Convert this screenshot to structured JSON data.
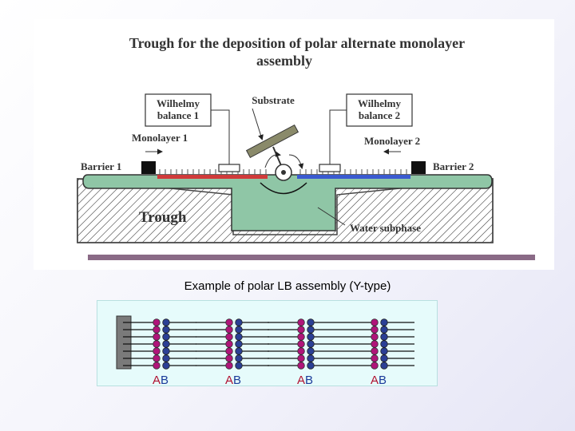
{
  "figure": {
    "title_line1": "Trough for the deposition of polar alternate monolayer",
    "title_line2": "assembly",
    "labels": {
      "wilhelmy1_line1": "Wilhelmy",
      "wilhelmy1_line2": "balance 1",
      "substrate": "Substrate",
      "wilhelmy2_line1": "Wilhelmy",
      "wilhelmy2_line2": "balance 2",
      "monolayer1": "Monolayer 1",
      "monolayer2": "Monolayer 2",
      "barrier1": "Barrier 1",
      "barrier2": "Barrier 2",
      "trough": "Trough",
      "water_subphase": "Water subphase"
    }
  },
  "caption": "Example of polar LB assembly (Y-type)",
  "assembly": {
    "groups": [
      {
        "label_a": "A",
        "label_b": "B"
      },
      {
        "label_a": "A",
        "label_b": "B"
      },
      {
        "label_a": "A",
        "label_b": "B"
      },
      {
        "label_a": "A",
        "label_b": "B"
      }
    ],
    "colors": {
      "a_head": "#b0157a",
      "b_head": "#2b3f95",
      "label_a": "#b01030",
      "label_b": "#1a3a9a"
    }
  }
}
